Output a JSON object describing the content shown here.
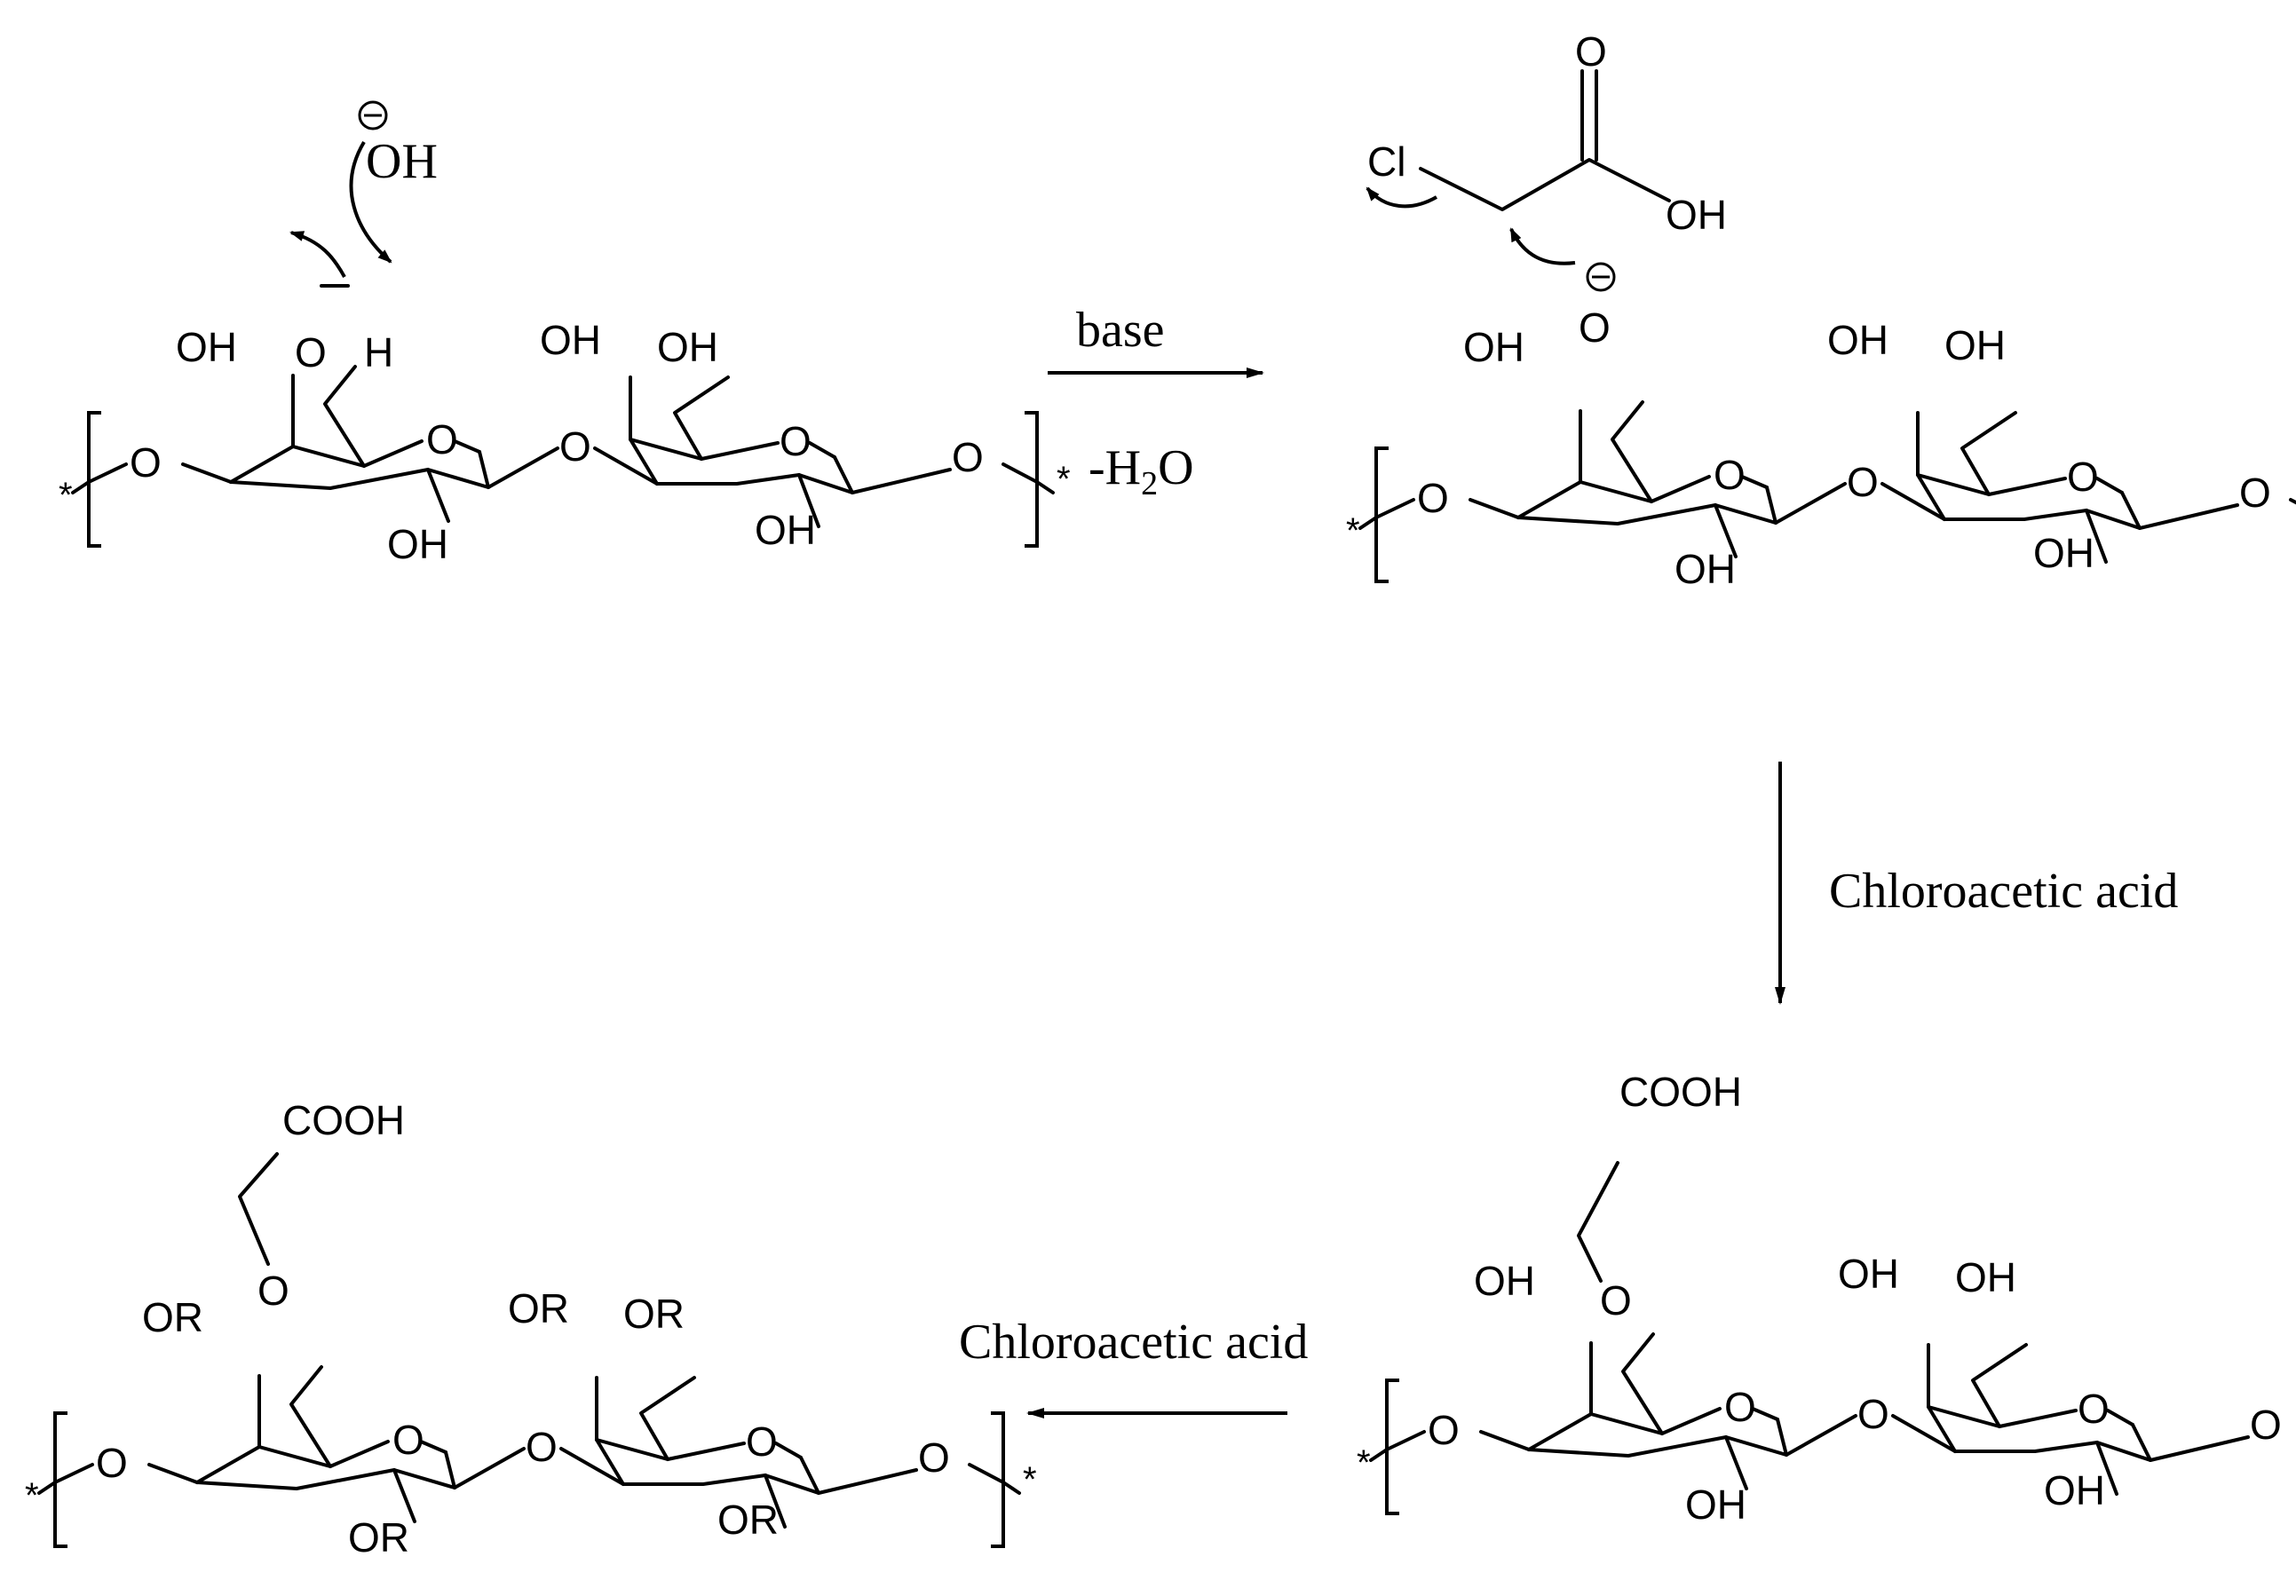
{
  "diagram": {
    "steps": {
      "step1": {
        "label_above": "base",
        "label_below_prefix": "-H",
        "label_below_sub": "2",
        "label_below_suffix": "O"
      },
      "step2": {
        "label": "Chloroacetic acid"
      },
      "step3": {
        "label": "Chloroacetic acid"
      }
    },
    "reagents": {
      "hydroxide": {
        "charge": "⊖",
        "label": "OH"
      },
      "chloroacetic": {
        "cl": "Cl",
        "o": "O",
        "oh": "OH"
      },
      "alkoxide_charge": "⊖"
    },
    "atoms": {
      "O": "O",
      "OH": "OH",
      "H": "H",
      "COOH": "COOH",
      "OR": "OR",
      "star": "*"
    }
  }
}
